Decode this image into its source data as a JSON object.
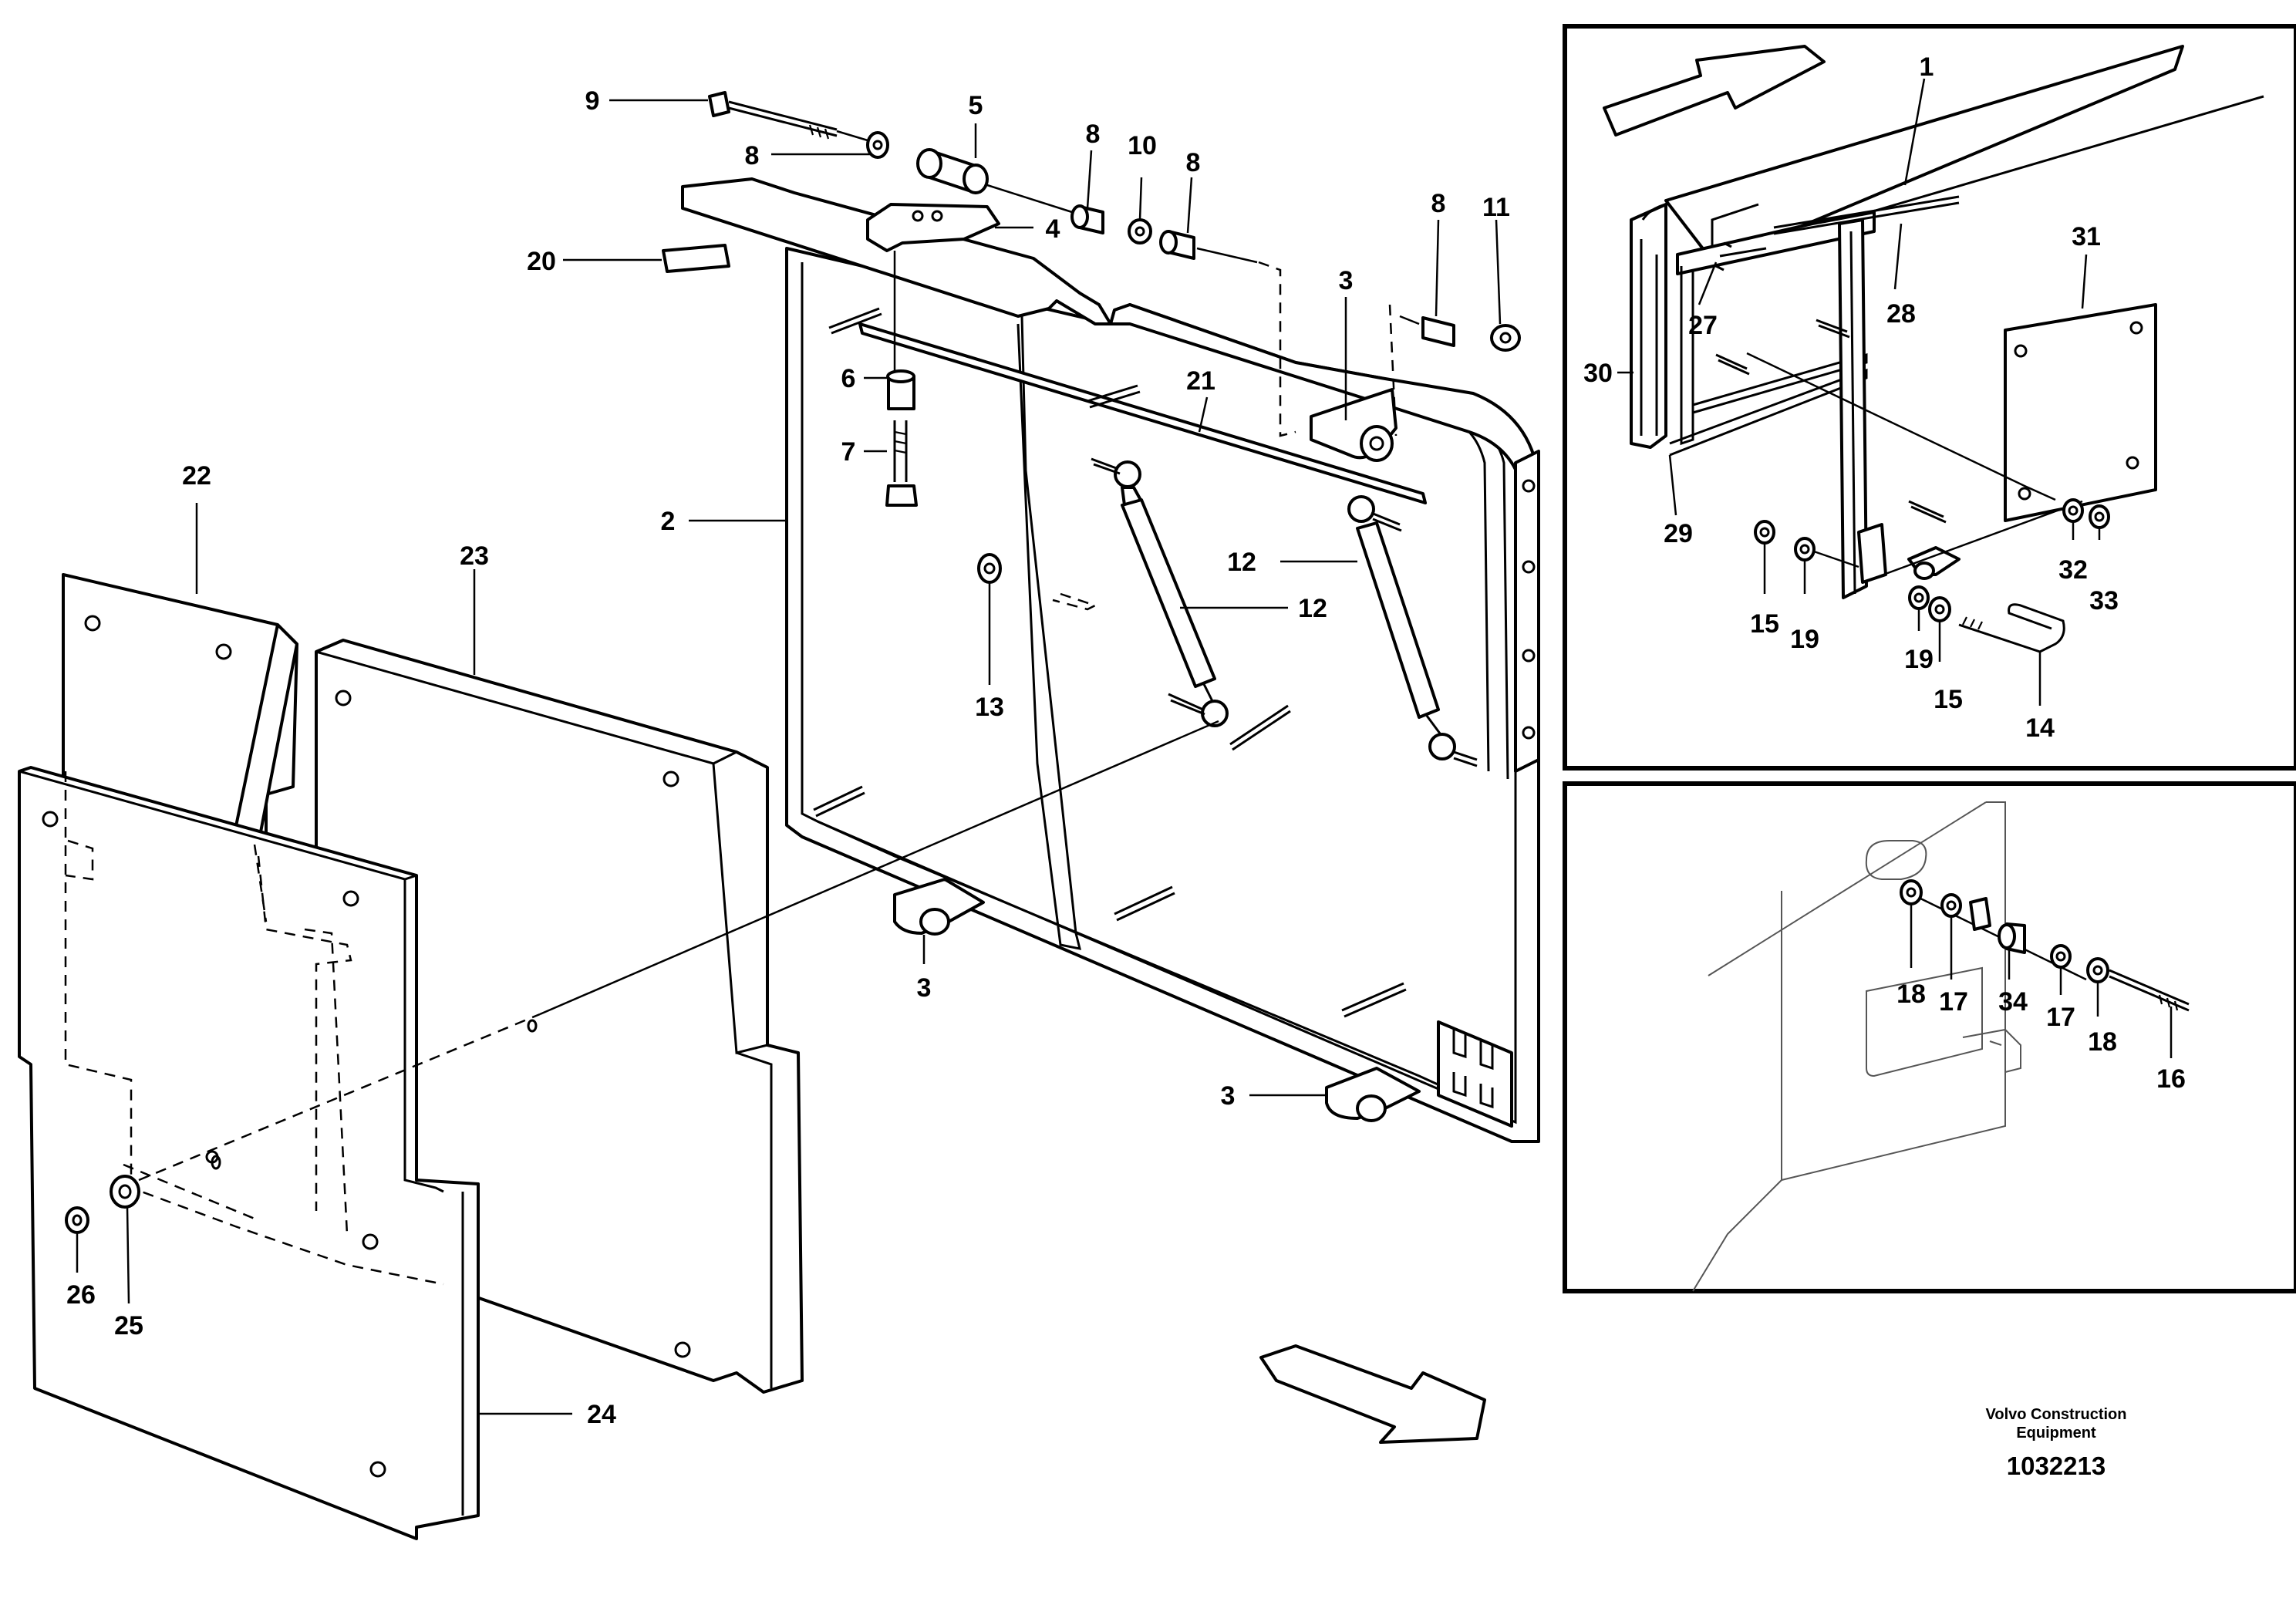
{
  "diagram": {
    "callouts": {
      "c1": "1",
      "c2": "2",
      "c3a": "3",
      "c3b": "3",
      "c3c": "3",
      "c4": "4",
      "c5": "5",
      "c6": "6",
      "c7": "7",
      "c8a": "8",
      "c8b": "8",
      "c8c": "8",
      "c8d": "8",
      "c9": "9",
      "c10": "10",
      "c11": "11",
      "c12a": "12",
      "c12b": "12",
      "c13": "13",
      "c14": "14",
      "c15a": "15",
      "c15b": "15",
      "c16": "16",
      "c17a": "17",
      "c17b": "17",
      "c18a": "18",
      "c18b": "18",
      "c19a": "19",
      "c19b": "19",
      "c20": "20",
      "c21": "21",
      "c22": "22",
      "c23": "23",
      "c24": "24",
      "c25": "25",
      "c26": "26",
      "c27": "27",
      "c28": "28",
      "c29": "29",
      "c30": "30",
      "c31": "31",
      "c32": "32",
      "c33": "33",
      "c34": "34"
    }
  },
  "footer": {
    "company_line1": "Volvo Construction",
    "company_line2": "Equipment",
    "drawing_number": "1032213"
  }
}
